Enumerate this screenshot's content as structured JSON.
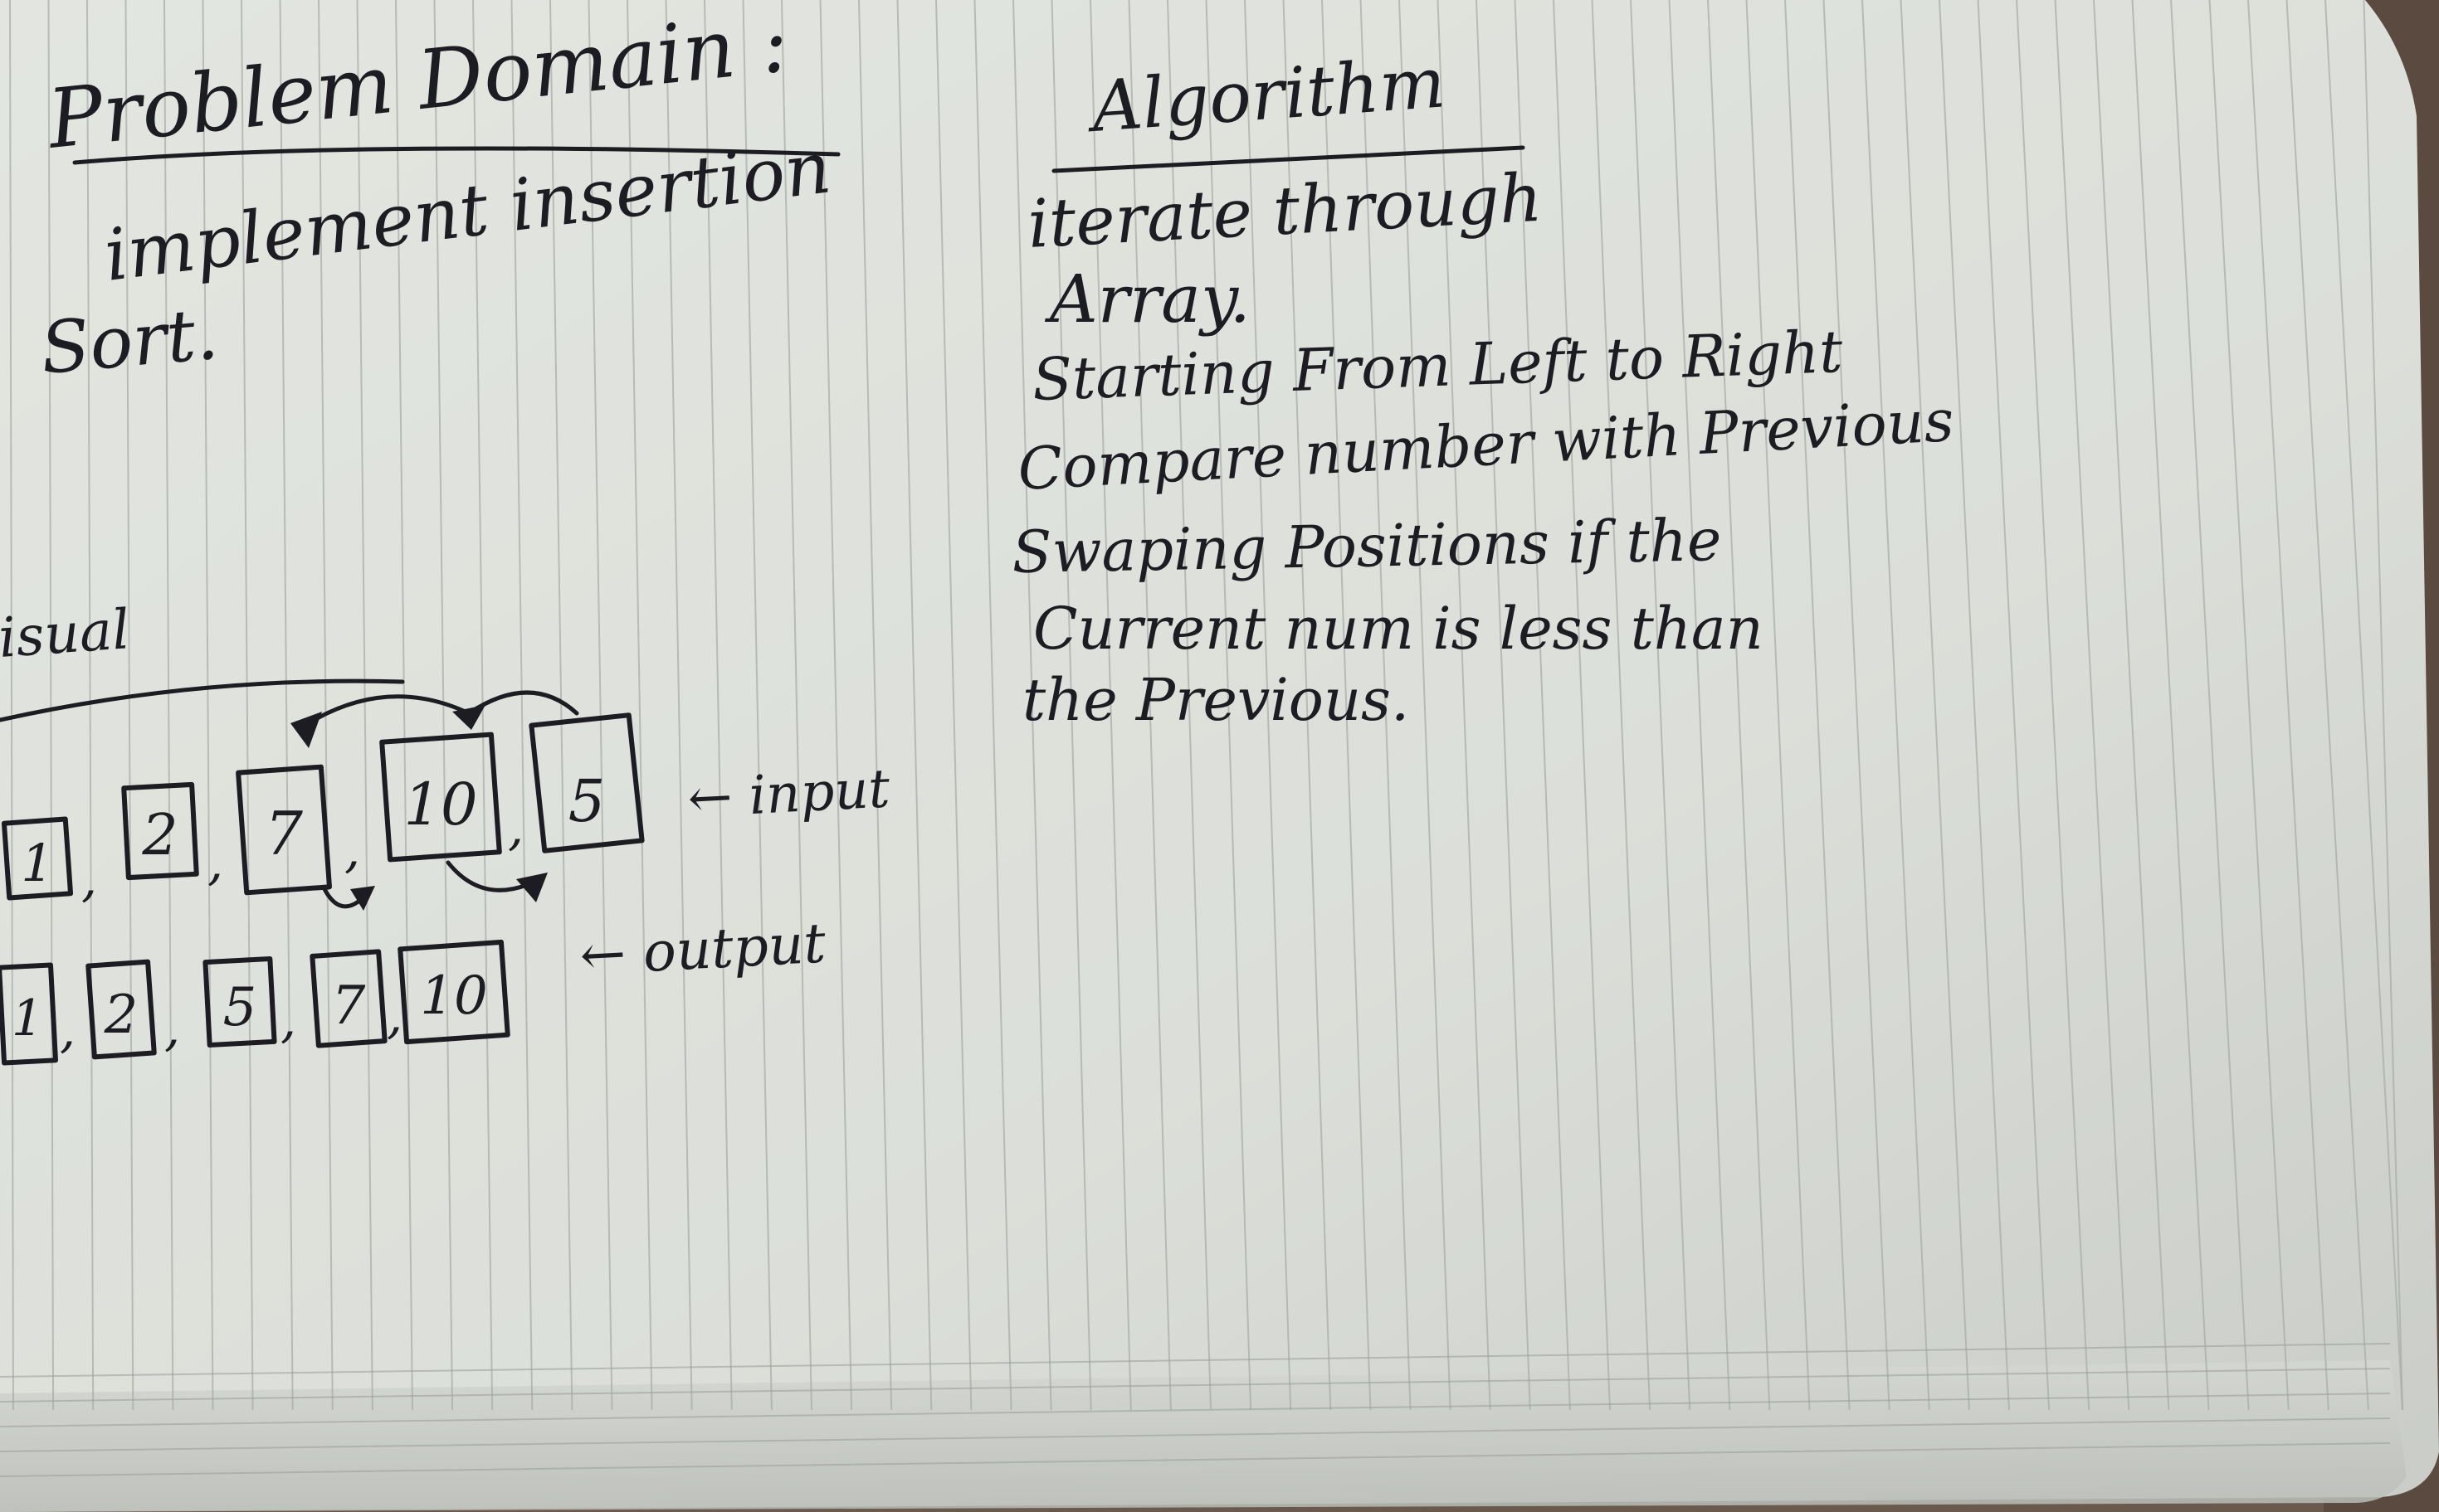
{
  "problem_domain": {
    "heading": "Problem Domain :",
    "line1": "implement insertion",
    "line2": "Sort."
  },
  "algorithm": {
    "heading": "Algorithm",
    "lines": [
      "iterate through",
      "Array.",
      "Starting From Left to Right",
      "Compare number with Previous",
      "Swaping Positions if the",
      "Current num is less than",
      "the Previous."
    ]
  },
  "visual": {
    "heading": "isual",
    "input": {
      "values": [
        "1",
        "2",
        "7",
        "10",
        "5"
      ],
      "label": "← input"
    },
    "output": {
      "values": [
        "1",
        "2",
        "5",
        "7",
        "10"
      ],
      "label": "← output"
    }
  },
  "colors": {
    "paper": "#dfe2dc",
    "ink": "#1c1c22",
    "rule_lines": "#a9aea9",
    "background": "#6a5a4e"
  }
}
